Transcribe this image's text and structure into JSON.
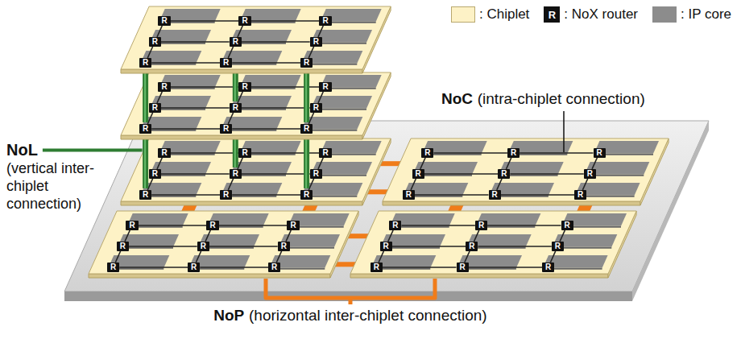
{
  "diagram": {
    "nodes": [
      {
        "text": [
          "R"
        ]
      },
      {
        "text": [
          "R"
        ]
      },
      {
        "text": [
          "R"
        ]
      },
      {
        "text": [
          "R"
        ]
      },
      {
        "text": [
          "R"
        ]
      },
      {
        "text": [
          "R"
        ]
      },
      {
        "text": [
          "R"
        ]
      },
      {
        "text": [
          "R"
        ]
      },
      {
        "text": [
          "R"
        ]
      },
      {
        "text": [
          "R"
        ]
      },
      {
        "text": [
          "R"
        ]
      },
      {
        "text": [
          "R"
        ]
      },
      {
        "text": [
          "R"
        ]
      },
      {
        "text": [
          "R"
        ]
      },
      {
        "text": [
          "R"
        ]
      },
      {
        "text": [
          "R"
        ]
      },
      {
        "text": [
          "R"
        ]
      },
      {
        "text": [
          "R"
        ]
      },
      {
        "text": [
          "R"
        ]
      },
      {
        "text": [
          "R"
        ]
      },
      {
        "text": [
          "R"
        ]
      },
      {
        "text": [
          "R"
        ]
      },
      {
        "text": [
          "R"
        ]
      },
      {
        "text": [
          "R"
        ]
      },
      {
        "text": [
          "R"
        ]
      },
      {
        "text": [
          "R"
        ]
      },
      {
        "text": [
          "R"
        ]
      },
      {
        "text": [
          "R"
        ]
      },
      {
        "text": [
          "R"
        ]
      },
      {
        "text": [
          "R"
        ]
      },
      {
        "text": [
          "R"
        ]
      },
      {
        "text": [
          "R"
        ]
      },
      {
        "text": [
          "R"
        ]
      },
      {
        "text": [
          "R"
        ]
      },
      {
        "text": [
          "R"
        ]
      },
      {
        "text": [
          "R"
        ]
      },
      {
        "text": [
          "R"
        ]
      },
      {
        "text": [
          "R"
        ]
      },
      {
        "text": [
          "R"
        ]
      },
      {
        "text": [
          "R"
        ]
      },
      {
        "text": [
          "R"
        ]
      },
      {
        "text": [
          "R"
        ]
      },
      {
        "text": [
          "R"
        ]
      },
      {
        "text": [
          "R"
        ]
      },
      {
        "text": [
          "R"
        ]
      },
      {
        "text": [
          "R"
        ]
      },
      {
        "text": [
          "R"
        ]
      },
      {
        "text": [
          "R"
        ]
      },
      {
        "text": [
          "R"
        ]
      },
      {
        "text": [
          "R"
        ]
      },
      {
        "text": [
          "R"
        ]
      },
      {
        "text": [
          "R"
        ]
      },
      {
        "text": [
          "R"
        ]
      },
      {
        "text": [
          "R"
        ]
      }
    ],
    "edges": [
      {
        "from": 0,
        "to": 1,
        "arrow": "none"
      },
      {
        "from": 1,
        "to": 2,
        "arrow": "none"
      },
      {
        "from": 3,
        "to": 4,
        "arrow": "none"
      },
      {
        "from": 4,
        "to": 5,
        "arrow": "none"
      },
      {
        "from": 6,
        "to": 7,
        "arrow": "none"
      },
      {
        "from": 7,
        "to": 8,
        "arrow": "none"
      },
      {
        "from": 0,
        "to": 3,
        "arrow": "none"
      },
      {
        "from": 1,
        "to": 4,
        "arrow": "none"
      },
      {
        "from": 2,
        "to": 5,
        "arrow": "none"
      },
      {
        "from": 3,
        "to": 6,
        "arrow": "none"
      },
      {
        "from": 4,
        "to": 7,
        "arrow": "none"
      },
      {
        "from": 5,
        "to": 8,
        "arrow": "none"
      },
      {
        "from": 9,
        "to": 10,
        "arrow": "none"
      },
      {
        "from": 10,
        "to": 11,
        "arrow": "none"
      },
      {
        "from": 12,
        "to": 13,
        "arrow": "none"
      },
      {
        "from": 13,
        "to": 14,
        "arrow": "none"
      },
      {
        "from": 15,
        "to": 16,
        "arrow": "none"
      },
      {
        "from": 16,
        "to": 17,
        "arrow": "none"
      },
      {
        "from": 9,
        "to": 12,
        "arrow": "none"
      },
      {
        "from": 10,
        "to": 13,
        "arrow": "none"
      },
      {
        "from": 11,
        "to": 14,
        "arrow": "none"
      },
      {
        "from": 12,
        "to": 15,
        "arrow": "none"
      },
      {
        "from": 13,
        "to": 16,
        "arrow": "none"
      },
      {
        "from": 14,
        "to": 17,
        "arrow": "none"
      },
      {
        "from": 18,
        "to": 19,
        "arrow": "none"
      },
      {
        "from": 19,
        "to": 20,
        "arrow": "none"
      },
      {
        "from": 21,
        "to": 22,
        "arrow": "none"
      },
      {
        "from": 22,
        "to": 23,
        "arrow": "none"
      },
      {
        "from": 24,
        "to": 25,
        "arrow": "none"
      },
      {
        "from": 25,
        "to": 26,
        "arrow": "none"
      },
      {
        "from": 18,
        "to": 21,
        "arrow": "none"
      },
      {
        "from": 19,
        "to": 22,
        "arrow": "none"
      },
      {
        "from": 20,
        "to": 23,
        "arrow": "none"
      },
      {
        "from": 21,
        "to": 24,
        "arrow": "none"
      },
      {
        "from": 22,
        "to": 25,
        "arrow": "none"
      },
      {
        "from": 23,
        "to": 26,
        "arrow": "none"
      },
      {
        "from": 27,
        "to": 28,
        "arrow": "none"
      },
      {
        "from": 28,
        "to": 29,
        "arrow": "none"
      },
      {
        "from": 30,
        "to": 31,
        "arrow": "none"
      },
      {
        "from": 31,
        "to": 32,
        "arrow": "none"
      },
      {
        "from": 33,
        "to": 34,
        "arrow": "none"
      },
      {
        "from": 34,
        "to": 35,
        "arrow": "none"
      },
      {
        "from": 27,
        "to": 30,
        "arrow": "none"
      },
      {
        "from": 28,
        "to": 31,
        "arrow": "none"
      },
      {
        "from": 29,
        "to": 32,
        "arrow": "none"
      },
      {
        "from": 30,
        "to": 33,
        "arrow": "none"
      },
      {
        "from": 31,
        "to": 34,
        "arrow": "none"
      },
      {
        "from": 32,
        "to": 35,
        "arrow": "none"
      },
      {
        "from": 36,
        "to": 37,
        "arrow": "none"
      },
      {
        "from": 37,
        "to": 38,
        "arrow": "none"
      },
      {
        "from": 39,
        "to": 40,
        "arrow": "none"
      },
      {
        "from": 40,
        "to": 41,
        "arrow": "none"
      },
      {
        "from": 42,
        "to": 43,
        "arrow": "none"
      },
      {
        "from": 43,
        "to": 44,
        "arrow": "none"
      },
      {
        "from": 36,
        "to": 39,
        "arrow": "none"
      },
      {
        "from": 37,
        "to": 40,
        "arrow": "none"
      },
      {
        "from": 38,
        "to": 41,
        "arrow": "none"
      },
      {
        "from": 39,
        "to": 42,
        "arrow": "none"
      },
      {
        "from": 40,
        "to": 43,
        "arrow": "none"
      },
      {
        "from": 41,
        "to": 44,
        "arrow": "none"
      },
      {
        "from": 45,
        "to": 46,
        "arrow": "none"
      },
      {
        "from": 46,
        "to": 47,
        "arrow": "none"
      },
      {
        "from": 48,
        "to": 49,
        "arrow": "none"
      },
      {
        "from": 49,
        "to": 50,
        "arrow": "none"
      },
      {
        "from": 51,
        "to": 52,
        "arrow": "none"
      },
      {
        "from": 52,
        "to": 53,
        "arrow": "none"
      },
      {
        "from": 45,
        "to": 48,
        "arrow": "none"
      },
      {
        "from": 46,
        "to": 49,
        "arrow": "none"
      },
      {
        "from": 47,
        "to": 50,
        "arrow": "none"
      },
      {
        "from": 48,
        "to": 51,
        "arrow": "none"
      },
      {
        "from": 49,
        "to": 52,
        "arrow": "none"
      },
      {
        "from": 50,
        "to": 53,
        "arrow": "none"
      }
    ],
    "labels": [
      "R",
      "NoC",
      "(intra-chiplet connection)",
      "NoL",
      "(vertical inter-chiplet connection)",
      "NoP",
      "(horizontal inter-chiplet connection)"
    ],
    "legend": [
      {
        "text": ": Chiplet",
        "color": "#fdf2c6"
      },
      {
        "text": ": NoX router",
        "color": "#111111"
      },
      {
        "text": ": IP core",
        "color": "#8c8c8c"
      }
    ]
  }
}
